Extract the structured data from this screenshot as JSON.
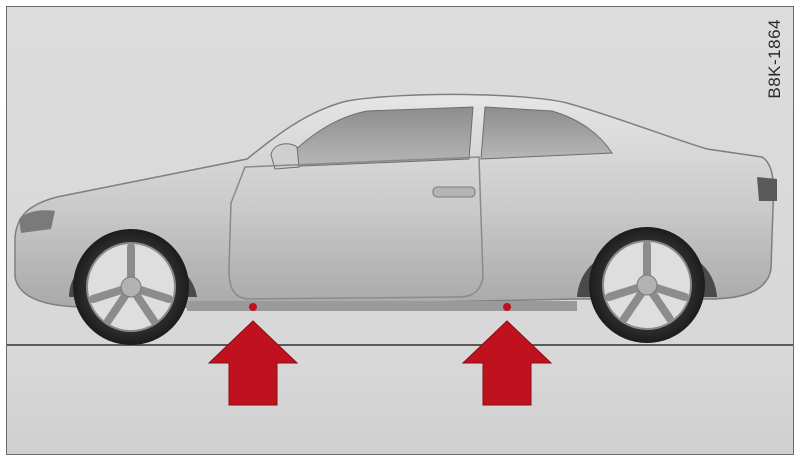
{
  "figure": {
    "code": "B8K-1864",
    "colors": {
      "background": "#d8d8d8",
      "car_body": "#c8c8c8",
      "arrow": "#c0121e",
      "ground_line": "#5a5a5a"
    },
    "icons": [
      "car-side-illustration",
      "lift-point-arrow",
      "lift-point-arrow"
    ]
  }
}
